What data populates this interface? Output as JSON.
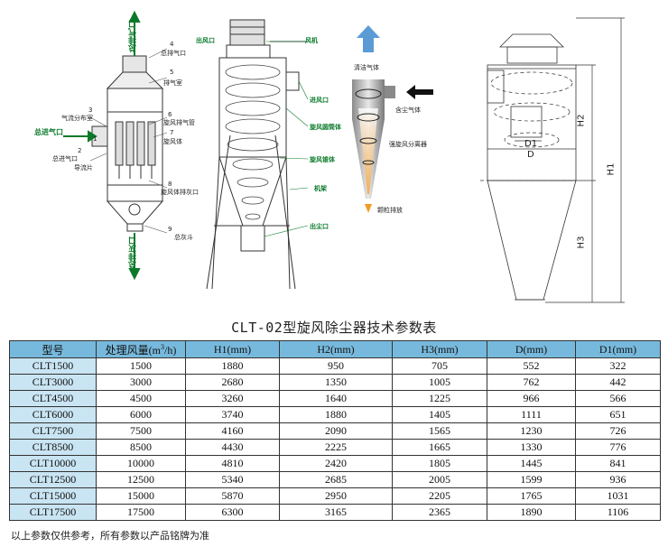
{
  "figure1": {
    "exhaust_vertical": "总排气口",
    "intake_green": "总进气口",
    "ash_vertical": "总排灰口",
    "labels": {
      "n1": "1",
      "intake_port": "总进气口",
      "n2": "2",
      "guide_vane": "导流片",
      "n3": "3",
      "distribution_chamber": "气流分布室",
      "n4": "4",
      "main_outlet": "总排气口",
      "n5": "5",
      "exhaust_chamber": "排气室",
      "n6": "6",
      "cyclone_exhaust_pipe": "旋风排气管",
      "n7": "7",
      "cyclone_body": "旋风体",
      "n8": "8",
      "cyclone_ash_port": "旋风体排灰口",
      "n9": "9",
      "ash_hopper": "总灰斗"
    }
  },
  "figure2": {
    "outlet": "出风口",
    "fan": "风机",
    "inlet": "进风口",
    "tube": "旋风圆筒体",
    "cone": "旋风锥体",
    "support": "机架",
    "dust_outlet": "出尘口"
  },
  "figure3": {
    "clean_gas": "清洁气体",
    "dusty_gas": "含尘气体",
    "separator": "强旋风分离器",
    "particle_discharge": "颗粒排放"
  },
  "figure4": {
    "H1": "H1",
    "H2": "H2",
    "H3": "H3",
    "D1": "D1",
    "D": "D"
  },
  "table": {
    "title": "CLT-02型旋风除尘器技术参数表",
    "headers": {
      "model": "型号",
      "airflow_prefix": "处理风量(m",
      "airflow_sup": "3",
      "airflow_suffix": "/h)",
      "h1": "H1(mm)",
      "h2": "H2(mm)",
      "h3": "H3(mm)",
      "d": "D(mm)",
      "d1": "D1(mm)"
    },
    "rows": [
      [
        "CLT1500",
        "1500",
        "1880",
        "950",
        "705",
        "552",
        "322"
      ],
      [
        "CLT3000",
        "3000",
        "2680",
        "1350",
        "1005",
        "762",
        "442"
      ],
      [
        "CLT4500",
        "4500",
        "3260",
        "1640",
        "1225",
        "966",
        "566"
      ],
      [
        "CLT6000",
        "6000",
        "3740",
        "1880",
        "1405",
        "1111",
        "651"
      ],
      [
        "CLT7500",
        "7500",
        "4160",
        "2090",
        "1565",
        "1230",
        "726"
      ],
      [
        "CLT8500",
        "8500",
        "4430",
        "2225",
        "1665",
        "1330",
        "776"
      ],
      [
        "CLT10000",
        "10000",
        "4810",
        "2420",
        "1805",
        "1445",
        "841"
      ],
      [
        "CLT12500",
        "12500",
        "5340",
        "2685",
        "2005",
        "1599",
        "936"
      ],
      [
        "CLT15000",
        "15000",
        "5870",
        "2950",
        "2205",
        "1765",
        "1031"
      ],
      [
        "CLT17500",
        "17500",
        "6300",
        "3165",
        "2365",
        "1890",
        "1106"
      ]
    ],
    "note": "以上参数仅供参考，所有参数以产品铭牌为准"
  },
  "colors": {
    "header_bg": "#77b9dc",
    "first_col_bg": "#c9e4f2",
    "label_green": "#0a7a2a"
  }
}
